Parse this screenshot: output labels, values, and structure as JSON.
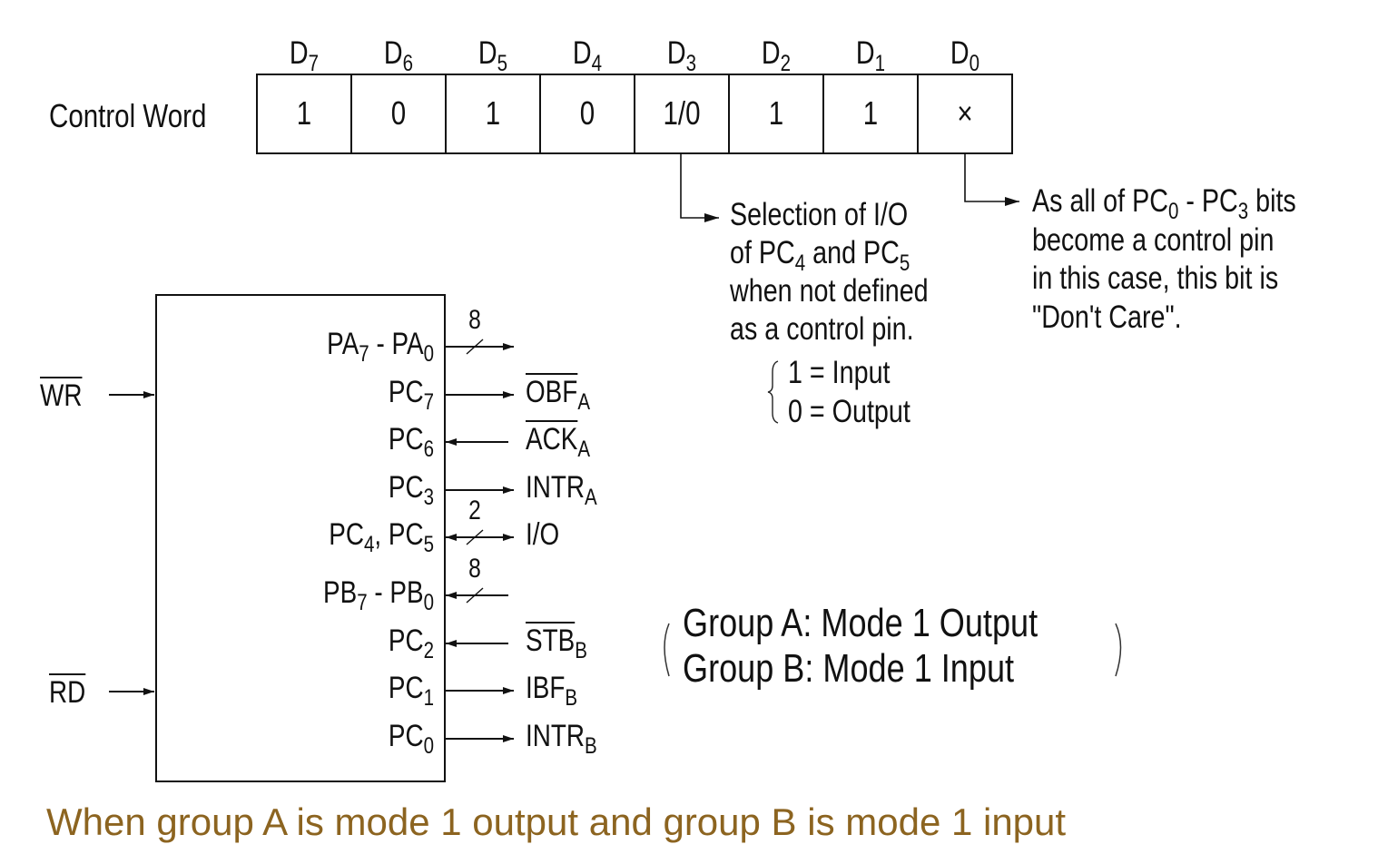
{
  "control_word": {
    "label": "Control Word",
    "bits": [
      {
        "name": "D",
        "index": "7",
        "value": "1"
      },
      {
        "name": "D",
        "index": "6",
        "value": "0"
      },
      {
        "name": "D",
        "index": "5",
        "value": "1"
      },
      {
        "name": "D",
        "index": "4",
        "value": "0"
      },
      {
        "name": "D",
        "index": "3",
        "value": "1/0"
      },
      {
        "name": "D",
        "index": "2",
        "value": "1"
      },
      {
        "name": "D",
        "index": "1",
        "value": "1"
      },
      {
        "name": "D",
        "index": "0",
        "value": "×"
      }
    ]
  },
  "notes": {
    "d3": {
      "line1": "Selection of I/O",
      "line2_pre": "of PC",
      "line2_sub1": "4",
      "line2_mid": " and PC",
      "line2_sub2": "5",
      "line3": "when not defined",
      "line4": "as a control pin.",
      "option1": "1 = Input",
      "option0": "0 = Output"
    },
    "d0": {
      "line1_pre": "As all of PC",
      "line1_sub1": "0",
      "line1_mid": " - PC",
      "line1_sub2": "3",
      "line1_post": " bits",
      "line2": "become a control pin",
      "line3": "in this case, this bit is",
      "line4": "\"Don't Care\"."
    }
  },
  "block": {
    "inputs": [
      {
        "label": "WR",
        "active_low": true
      },
      {
        "label": "RD",
        "active_low": true
      }
    ],
    "pins": [
      {
        "pin": "PA",
        "sub": "7",
        "pin2": " - PA",
        "sub2": "0",
        "signal": "",
        "signal_sub": "",
        "direction": "out",
        "bus_width": "8",
        "active_low": false
      },
      {
        "pin": "PC",
        "sub": "7",
        "pin2": "",
        "sub2": "",
        "signal": "OBF",
        "signal_sub": "A",
        "direction": "out",
        "bus_width": "",
        "active_low": true
      },
      {
        "pin": "PC",
        "sub": "6",
        "pin2": "",
        "sub2": "",
        "signal": "ACK",
        "signal_sub": "A",
        "direction": "in",
        "bus_width": "",
        "active_low": true
      },
      {
        "pin": "PC",
        "sub": "3",
        "pin2": "",
        "sub2": "",
        "signal": "INTR",
        "signal_sub": "A",
        "direction": "out",
        "bus_width": "",
        "active_low": false
      },
      {
        "pin": "PC",
        "sub": "4",
        "pin2": ", PC",
        "sub2": "5",
        "signal": "I/O",
        "signal_sub": "",
        "direction": "bidir",
        "bus_width": "2",
        "active_low": false
      },
      {
        "pin": "PB",
        "sub": "7",
        "pin2": " - PB",
        "sub2": "0",
        "signal": "",
        "signal_sub": "",
        "direction": "in",
        "bus_width": "8",
        "active_low": false
      },
      {
        "pin": "PC",
        "sub": "2",
        "pin2": "",
        "sub2": "",
        "signal": "STB",
        "signal_sub": "B",
        "direction": "in",
        "bus_width": "",
        "active_low": true
      },
      {
        "pin": "PC",
        "sub": "1",
        "pin2": "",
        "sub2": "",
        "signal": "IBF",
        "signal_sub": "B",
        "direction": "out",
        "bus_width": "",
        "active_low": false
      },
      {
        "pin": "PC",
        "sub": "0",
        "pin2": "",
        "sub2": "",
        "signal": "INTR",
        "signal_sub": "B",
        "direction": "out",
        "bus_width": "",
        "active_low": false
      }
    ]
  },
  "groups": {
    "group_a": "Group A: Mode 1 Output",
    "group_b": "Group B: Mode 1 Input"
  },
  "caption": "When group A is mode 1 output and group B is mode 1 input",
  "colors": {
    "caption": "#8c6420",
    "line": "#111111"
  }
}
